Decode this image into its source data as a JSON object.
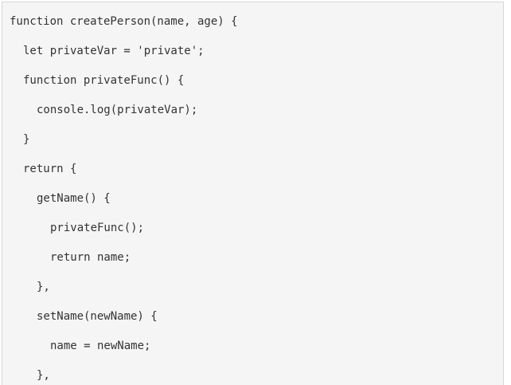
{
  "document": {
    "kind": "code-block",
    "language": "javascript",
    "background_color": "#f5f5f5",
    "border_color": "#d6d6d6",
    "text_color": "#333333",
    "page_background": "#ffffff",
    "clipped_at_bottom": true
  },
  "code": {
    "lines": [
      {
        "indent": 0,
        "text": "function createPerson(name, age) {"
      },
      {
        "indent": 1,
        "text": "let privateVar = 'private';"
      },
      {
        "indent": 1,
        "text": "function privateFunc() {"
      },
      {
        "indent": 2,
        "text": "console.log(privateVar);"
      },
      {
        "indent": 1,
        "text": "}"
      },
      {
        "indent": 1,
        "text": "return {"
      },
      {
        "indent": 2,
        "text": "getName() {"
      },
      {
        "indent": 3,
        "text": "privateFunc();"
      },
      {
        "indent": 3,
        "text": "return name;"
      },
      {
        "indent": 2,
        "text": "},"
      },
      {
        "indent": 2,
        "text": "setName(newName) {"
      },
      {
        "indent": 3,
        "text": "name = newName;"
      },
      {
        "indent": 2,
        "text": "},"
      }
    ]
  }
}
